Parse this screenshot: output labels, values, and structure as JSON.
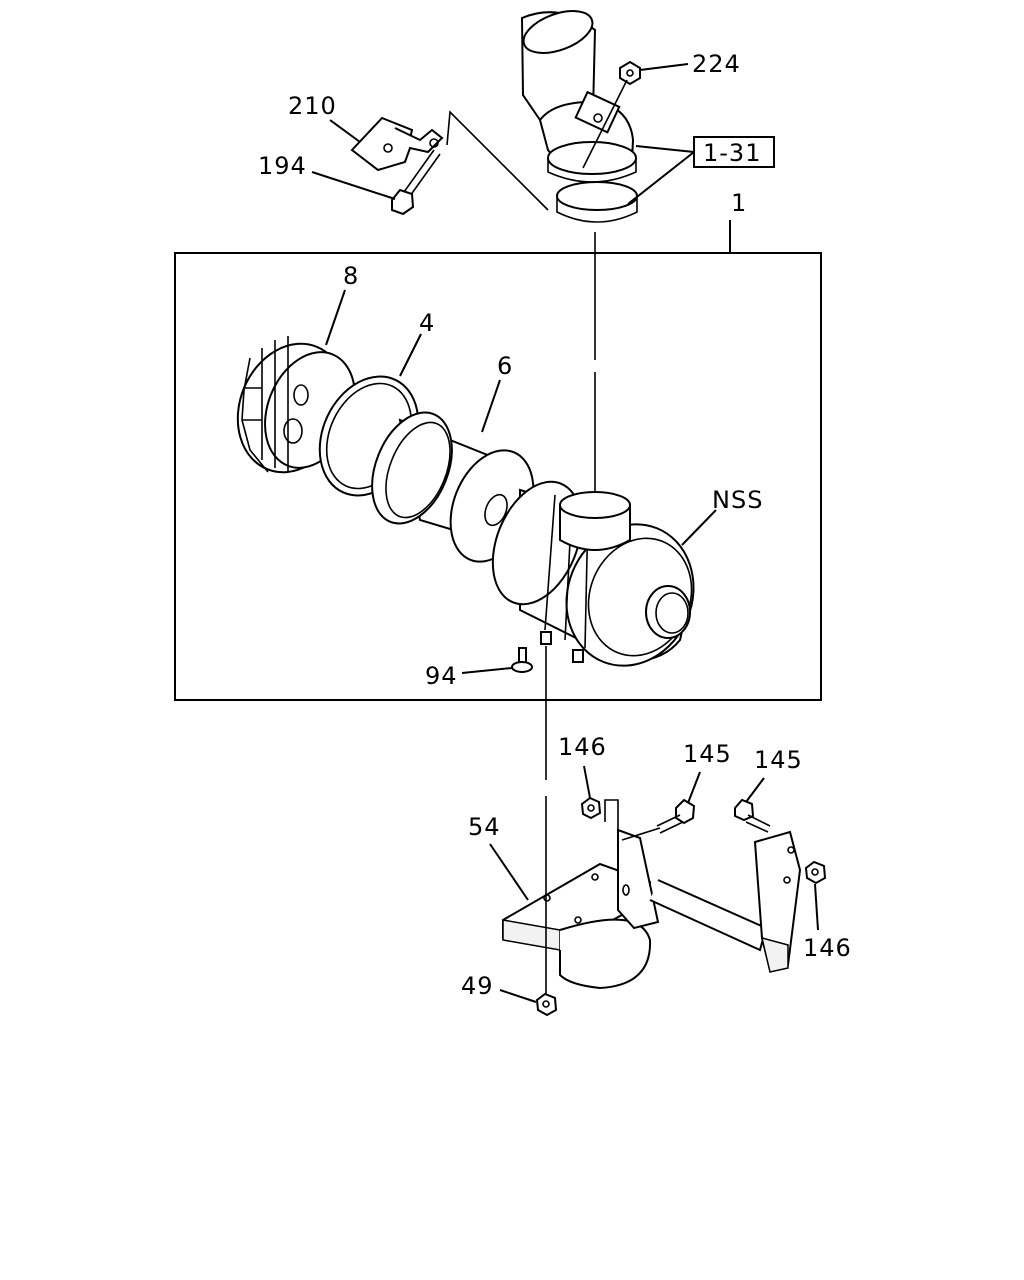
{
  "callouts": {
    "c224": "224",
    "c210": "210",
    "c194": "194",
    "c1_31": "1-31",
    "c1": "1",
    "c8": "8",
    "c4": "4",
    "c6": "6",
    "cNSS": "NSS",
    "c94": "94",
    "c146a": "146",
    "c145a": "145",
    "c145b": "145",
    "c54": "54",
    "c146b": "146",
    "c49": "49"
  }
}
